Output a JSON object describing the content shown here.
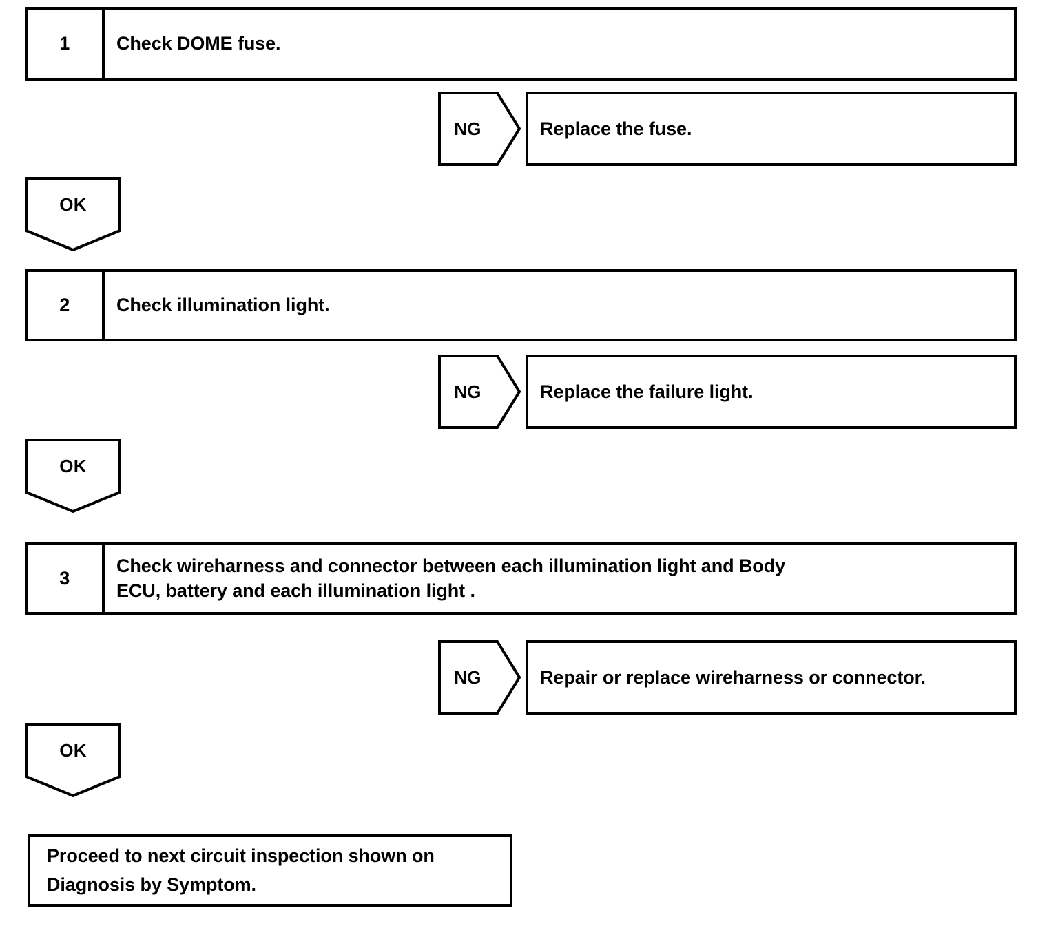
{
  "flowchart": {
    "steps": [
      {
        "number": "1",
        "text": "Check DOME fuse.",
        "ng": {
          "label": "NG",
          "action": "Replace the fuse."
        },
        "ok": {
          "label": "OK"
        }
      },
      {
        "number": "2",
        "text": "Check illumination light.",
        "ng": {
          "label": "NG",
          "action": "Replace the failure light."
        },
        "ok": {
          "label": "OK"
        }
      },
      {
        "number": "3",
        "text_line1": "Check wireharness and connector between each illumination light and Body",
        "text_line2": "ECU, battery and each illumination light .",
        "ng": {
          "label": "NG",
          "action": "Repair or replace wireharness or connector."
        },
        "ok": {
          "label": "OK"
        }
      }
    ],
    "final": {
      "line1": "Proceed to next circuit inspection shown on",
      "line2": "Diagnosis by Symptom."
    },
    "colors": {
      "stroke": "#000000",
      "background": "#ffffff",
      "text": "#000000"
    }
  }
}
